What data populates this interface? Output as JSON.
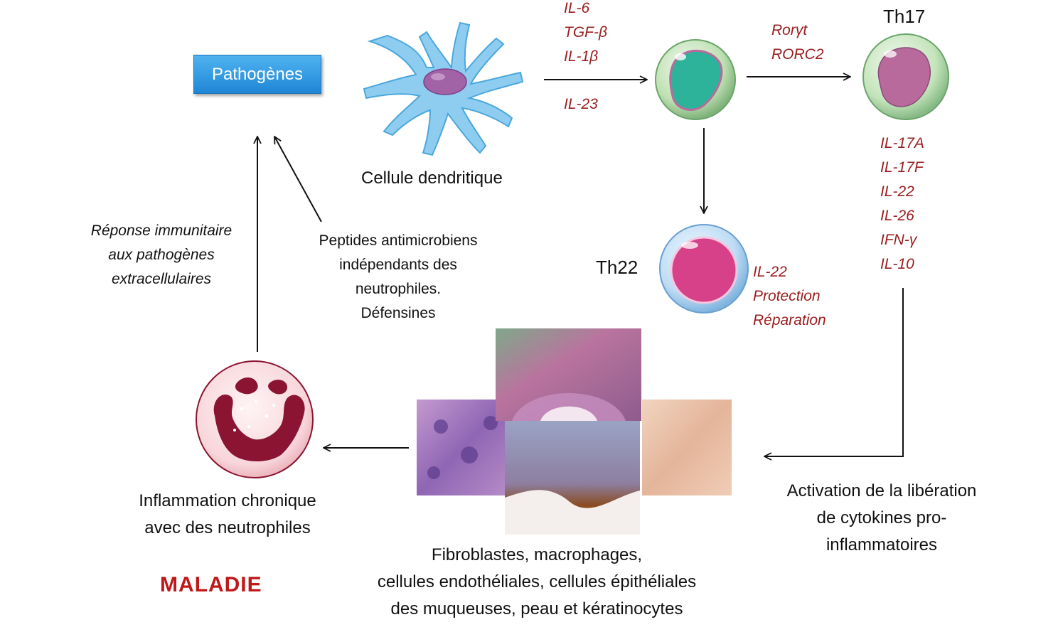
{
  "pathogenes": "Pathogènes",
  "dendritic": {
    "label": "Cellule dendritique",
    "cytokines": [
      "IL-6",
      "TGF-β",
      "IL-1β"
    ],
    "il23": "IL-23"
  },
  "transcription": [
    "Rorγt",
    "RORC2"
  ],
  "th17": {
    "label": "Th17",
    "cytokines": [
      "IL-17A",
      "IL-17F",
      "IL-22",
      "IL-26",
      "IFN-γ",
      "IL-10"
    ]
  },
  "th22": {
    "label": "Th22",
    "notes": [
      "IL-22",
      "Protection",
      "Réparation"
    ]
  },
  "reponse_immunitaire": [
    "Réponse immunitaire",
    "aux pathogènes",
    "extracellulaires"
  ],
  "peptides": [
    "Peptides antimicrobiens",
    "indépendants des",
    "neutrophiles.",
    "Défensines"
  ],
  "activation": [
    "Activation de la libération",
    "de cytokines pro-",
    "inflammatoires"
  ],
  "cibles": [
    "Fibroblastes, macrophages,",
    "cellules endothéliales, cellules épithéliales",
    "des muqueuses, peau et kératinocytes"
  ],
  "inflammation": [
    "Inflammation chronique",
    "avec des neutrophiles"
  ],
  "maladie": "MALADIE",
  "colors": {
    "arrow": "#111111",
    "red_text": "#9b1c1c",
    "maladie": "#c01818",
    "pathogen_box": "#2a95e3",
    "dendritic": "#7fc4ea",
    "naive_nucleus": "#2db39a",
    "th17_nucleus": "#b96a9c",
    "th22_nucleus": "#d7418a",
    "neutrophil_nucleus": "#8a1432"
  }
}
